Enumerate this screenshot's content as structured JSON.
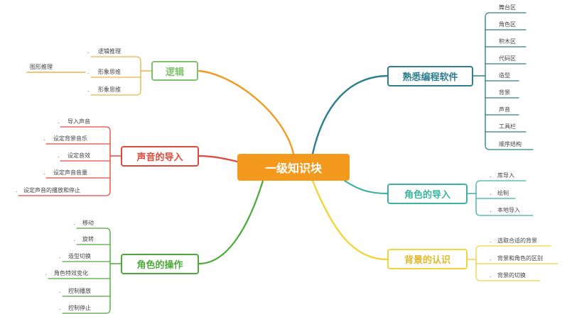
{
  "colors": {
    "root": "#F39A1E",
    "logic": "#7DC36B",
    "logic_leaf": "#F0B24A",
    "tool": "#2E7E8E",
    "sound": "#E04A3C",
    "actor_import": "#3AB3A0",
    "actor_op": "#4DAA3A",
    "bg": "#F2D43D"
  },
  "root": {
    "label": "一级知识块"
  },
  "branches": {
    "logic": {
      "label": "逻辑",
      "leaves": [
        "逻辑推理",
        "形象思维",
        "形象思维"
      ],
      "sub_label": "图形推理"
    },
    "sound": {
      "label": "声音的导入",
      "leaves": [
        "导入声音",
        "设定背景音乐",
        "设定音效",
        "设定声音音量",
        "设定声音的播放和停止"
      ]
    },
    "actor_op": {
      "label": "角色的操作",
      "leaves": [
        "移动",
        "旋转",
        "造型切换",
        "角色特效变化",
        "控制播放",
        "控制停止"
      ]
    },
    "tool": {
      "label": "熟悉编程软件",
      "leaves": [
        "舞台区",
        "角色区",
        "积木区",
        "代码区",
        "造型",
        "背景",
        "声音",
        "工具栏",
        "顺序结构"
      ]
    },
    "actor_import": {
      "label": "角色的导入",
      "leaves": [
        "库导入",
        "绘制",
        "本地导入"
      ]
    },
    "bg": {
      "label": "背景的认识",
      "leaves": [
        "选取合适的背景",
        "背景和角色的区别",
        "背景的切换"
      ]
    }
  }
}
